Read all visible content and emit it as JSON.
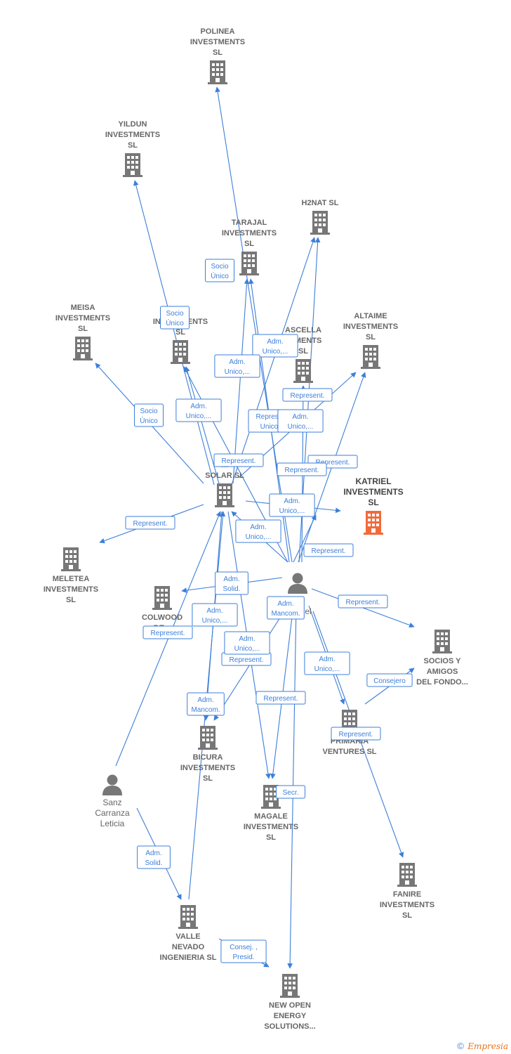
{
  "colors": {
    "edge": "#3d7fd9",
    "building": "#777777",
    "target_building": "#f26a3a",
    "person": "#777777"
  },
  "nodes": [
    {
      "id": "polinea",
      "type": "company",
      "lines": [
        "POLINEA",
        "INVESTMENTS",
        "SL"
      ]
    },
    {
      "id": "yildun",
      "type": "company",
      "lines": [
        "YILDUN",
        "INVESTMENTS",
        "SL"
      ]
    },
    {
      "id": "h2nat",
      "type": "company",
      "lines": [
        "H2NAT  SL"
      ]
    },
    {
      "id": "tarajal",
      "type": "company",
      "lines": [
        "TARAJAL",
        "INVESTMENTS",
        "SL"
      ]
    },
    {
      "id": "meisa",
      "type": "company",
      "lines": [
        "MEISA",
        "INVESTMENTS",
        "SL"
      ]
    },
    {
      "id": "hidden_l",
      "type": "company",
      "lines": [
        "L",
        "INVESTMENTS",
        "SL"
      ]
    },
    {
      "id": "ascella",
      "type": "company",
      "lines": [
        "ASCELLA",
        "STMENTS",
        "SL"
      ]
    },
    {
      "id": "altaime",
      "type": "company",
      "lines": [
        "ALTAIME",
        "INVESTMENTS",
        "SL"
      ]
    },
    {
      "id": "solar",
      "type": "company",
      "lines": [
        "M",
        "SOLAR  SL"
      ]
    },
    {
      "id": "katriel",
      "type": "target",
      "lines": [
        "KATRIEL",
        "INVESTMENTS",
        "SL"
      ]
    },
    {
      "id": "meletea",
      "type": "company",
      "lines": [
        "MELETEA",
        "INVESTMENTS",
        "SL"
      ]
    },
    {
      "id": "manuel",
      "type": "person",
      "lines": [
        "o",
        "Manuel"
      ]
    },
    {
      "id": "colwood",
      "type": "company",
      "lines": [
        "COLWOOD",
        "DE..."
      ]
    },
    {
      "id": "socios",
      "type": "company",
      "lines": [
        "SOCIOS Y",
        "AMIGOS",
        "DEL FONDO..."
      ]
    },
    {
      "id": "primaria",
      "type": "company",
      "lines": [
        "PRIMARIA",
        "VENTURES SL"
      ]
    },
    {
      "id": "bicura",
      "type": "company",
      "lines": [
        "BICURA",
        "INVESTMENTS",
        "SL"
      ]
    },
    {
      "id": "sanz",
      "type": "person",
      "lines": [
        "Sanz",
        "Carranza",
        "Leticia"
      ]
    },
    {
      "id": "magale",
      "type": "company",
      "lines": [
        "MAGALE",
        "INVESTMENTS",
        "SL"
      ]
    },
    {
      "id": "fanire",
      "type": "company",
      "lines": [
        "FANIRE",
        "INVESTMENTS",
        "SL"
      ]
    },
    {
      "id": "valle",
      "type": "company",
      "lines": [
        "VALLE",
        "NEVADO",
        "INGENIERIA SL"
      ]
    },
    {
      "id": "newopen",
      "type": "company",
      "lines": [
        "NEW OPEN",
        "ENERGY",
        "SOLUTIONS..."
      ]
    }
  ],
  "edges": [
    {
      "from": "manuel",
      "to": "polinea"
    },
    {
      "from": "solar",
      "to": "yildun"
    },
    {
      "from": "manuel",
      "to": "h2nat"
    },
    {
      "from": "solar",
      "to": "h2nat"
    },
    {
      "from": "manuel",
      "to": "tarajal"
    },
    {
      "from": "solar",
      "to": "tarajal"
    },
    {
      "from": "solar",
      "to": "meisa"
    },
    {
      "from": "solar",
      "to": "hidden_l"
    },
    {
      "from": "manuel",
      "to": "hidden_l"
    },
    {
      "from": "manuel",
      "to": "ascella"
    },
    {
      "from": "solar",
      "to": "altaime"
    },
    {
      "from": "manuel",
      "to": "altaime"
    },
    {
      "from": "solar",
      "to": "katriel"
    },
    {
      "from": "manuel",
      "to": "katriel"
    },
    {
      "from": "solar",
      "to": "meletea"
    },
    {
      "from": "manuel",
      "to": "solar"
    },
    {
      "from": "manuel",
      "to": "colwood"
    },
    {
      "from": "manuel",
      "to": "socios"
    },
    {
      "from": "primaria",
      "to": "socios"
    },
    {
      "from": "manuel",
      "to": "primaria"
    },
    {
      "from": "manuel",
      "to": "bicura"
    },
    {
      "from": "manuel",
      "to": "magale"
    },
    {
      "from": "manuel",
      "to": "fanire"
    },
    {
      "from": "manuel",
      "to": "newopen"
    },
    {
      "from": "sanz",
      "to": "solar"
    },
    {
      "from": "sanz",
      "to": "valle"
    },
    {
      "from": "valle",
      "to": "solar"
    },
    {
      "from": "valle",
      "to": "newopen"
    },
    {
      "from": "solar",
      "to": "magale"
    },
    {
      "from": "solar",
      "to": "bicura"
    }
  ],
  "relations": [
    {
      "lines": [
        "Socio",
        "Único"
      ]
    },
    {
      "lines": [
        "Socio",
        "Único"
      ]
    },
    {
      "lines": [
        "Adm.",
        "Unico,..."
      ]
    },
    {
      "lines": [
        "Adm.",
        "Unico,..."
      ]
    },
    {
      "lines": [
        "Socio",
        "Único"
      ]
    },
    {
      "lines": [
        "Adm.",
        "Unico,..."
      ]
    },
    {
      "lines": [
        "Represent."
      ]
    },
    {
      "lines": [
        "Represent.",
        "Unico,..."
      ]
    },
    {
      "lines": [
        "Adm.",
        "Unico,..."
      ]
    },
    {
      "lines": [
        "Represent."
      ]
    },
    {
      "lines": [
        "Represent."
      ]
    },
    {
      "lines": [
        "Represent."
      ]
    },
    {
      "lines": [
        "Adm.",
        "Unico,..."
      ]
    },
    {
      "lines": [
        "Adm.",
        "Unico,..."
      ]
    },
    {
      "lines": [
        "Represent."
      ]
    },
    {
      "lines": [
        "Represent."
      ]
    },
    {
      "lines": [
        "Adm.",
        "Solid."
      ]
    },
    {
      "lines": [
        "Represent."
      ]
    },
    {
      "lines": [
        "Adm.",
        "Mancom."
      ]
    },
    {
      "lines": [
        "Adm.",
        "Unico,..."
      ]
    },
    {
      "lines": [
        "Represent."
      ]
    },
    {
      "lines": [
        "Adm.",
        "Unico,..."
      ]
    },
    {
      "lines": [
        "Represent."
      ]
    },
    {
      "lines": [
        "Adm.",
        "Unico,..."
      ]
    },
    {
      "lines": [
        "Consejero"
      ]
    },
    {
      "lines": [
        "Adm.",
        "Mancom."
      ]
    },
    {
      "lines": [
        "Represent."
      ]
    },
    {
      "lines": [
        "Represent."
      ]
    },
    {
      "lines": [
        "Secr."
      ]
    },
    {
      "lines": [
        "Adm.",
        "Solid."
      ]
    },
    {
      "lines": [
        "Consej. ,",
        "Presid."
      ]
    }
  ],
  "footer": {
    "copyright": "©",
    "brand": "Empresia"
  }
}
